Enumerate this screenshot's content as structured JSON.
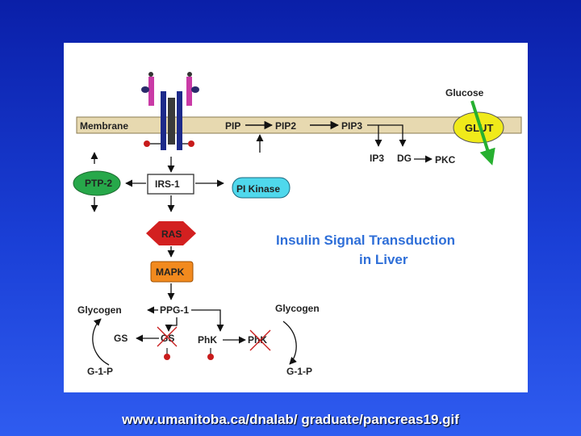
{
  "diagram": {
    "title_line1": "Insulin Signal Transduction",
    "title_line2": "in Liver",
    "membrane": "Membrane",
    "glucose": "Glucose",
    "glut": "GLUT",
    "pip": "PIP",
    "pip2": "PIP2",
    "pip3": "PIP3",
    "ip3": "IP3",
    "dg": "DG",
    "pkc": "PKC",
    "ptp2": "PTP-2",
    "irs1": "IRS-1",
    "pi_kinase": "PI Kinase",
    "ras": "RAS",
    "mapk": "MAPK",
    "ppg1": "PPG-1",
    "glycogen_left": "Glycogen",
    "glycogen_right": "Glycogen",
    "gs": "GS",
    "gs_inactive": "GS",
    "phk": "PhK",
    "phk_inactive": "PhK",
    "g1p_left": "G-1-P",
    "g1p_right": "G-1-P"
  },
  "caption": "www.umanitoba.ca/dnalab/ graduate/pancreas19.gif",
  "colors": {
    "membrane": "#e7d9b0",
    "ptp2": "#27a84a",
    "pi_kinase": "#4fd8ec",
    "ras": "#d32020",
    "mapk": "#f28a1e",
    "glut": "#f0ea1a",
    "title": "#2f6fd8",
    "glucose_arrow": "#27b030"
  }
}
